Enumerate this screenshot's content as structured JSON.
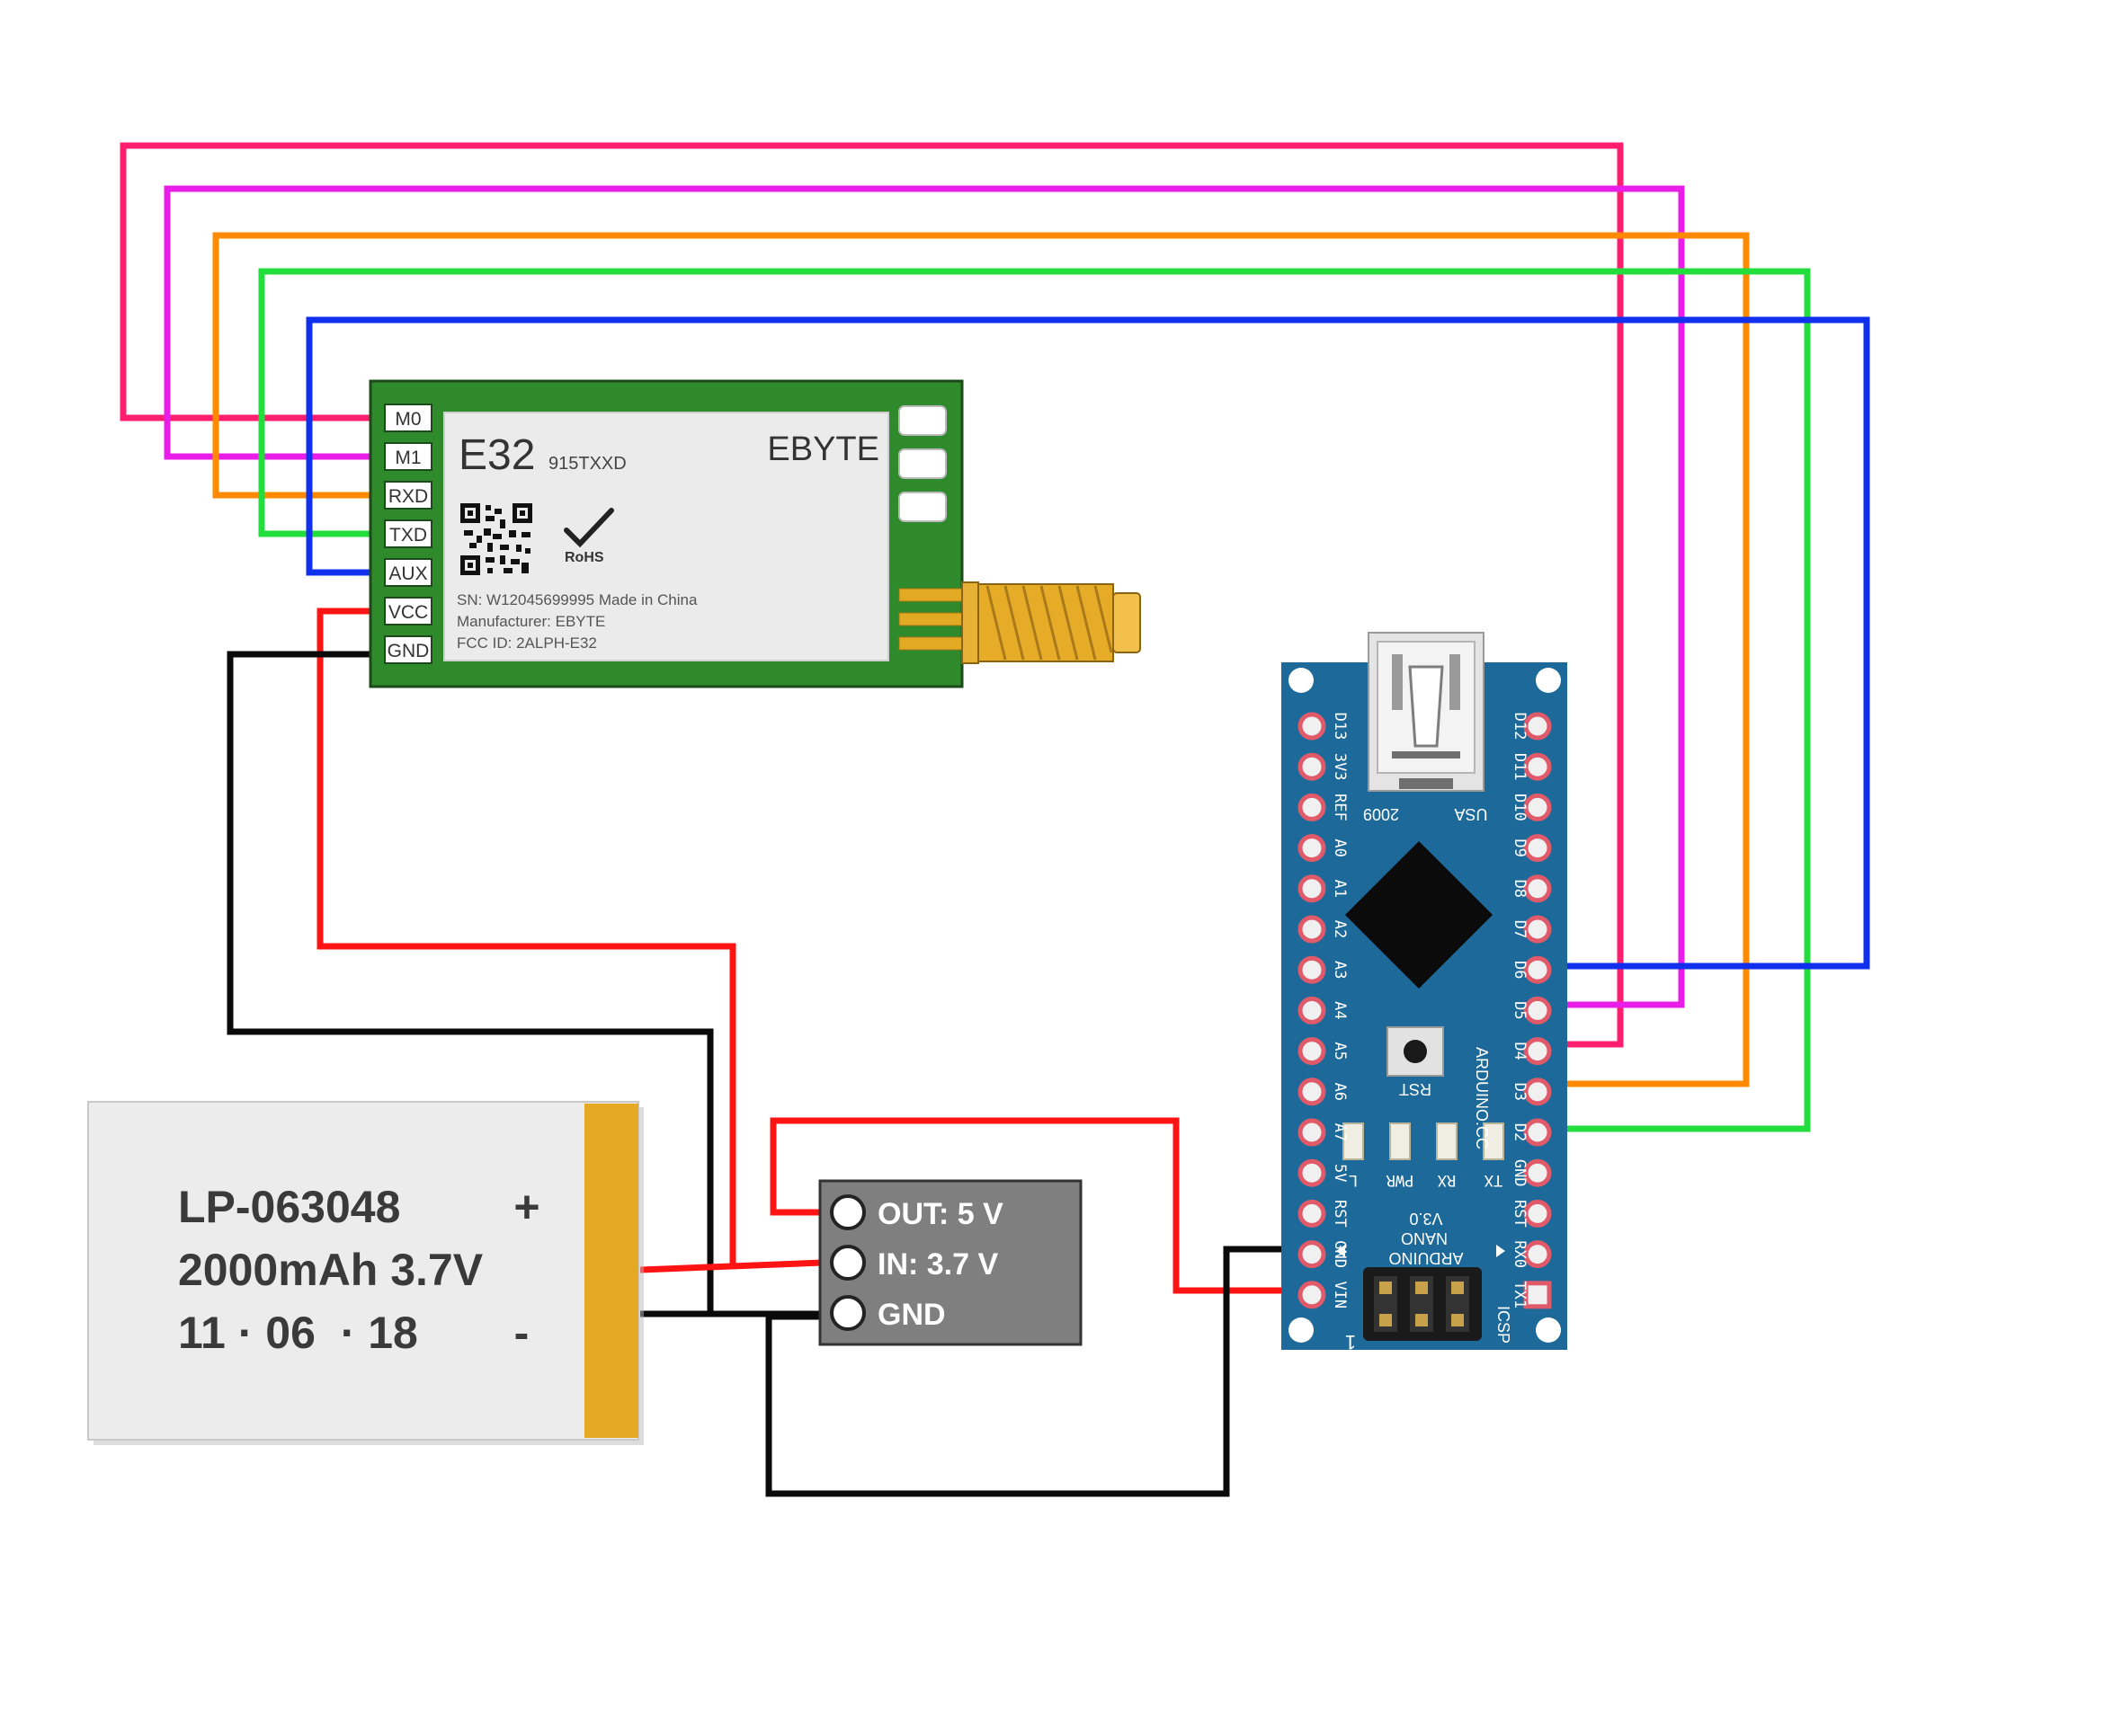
{
  "colors": {
    "pink": "#ff1f6e",
    "magenta": "#e81de8",
    "orange": "#ff8a00",
    "green": "#22dd3c",
    "blue": "#1130ee",
    "red": "#ff1414",
    "black": "#0a0a0a",
    "lora_pcb": "#2e8a2a",
    "nano_pcb": "#1d6a9a",
    "battery_tab": "#e6a923",
    "regulator_body": "#7f7f7f"
  },
  "lora_module": {
    "pins": [
      "M0",
      "M1",
      "RXD",
      "TXD",
      "AUX",
      "VCC",
      "GND"
    ],
    "model": "E32",
    "variant": "915TXXD",
    "brand": "EBYTE",
    "rohs": "RoHS",
    "serial": "SN: W12045699995 Made in China",
    "manufacturer": "Manufacturer: EBYTE",
    "fcc": "FCC ID: 2ALPH-E32"
  },
  "battery": {
    "model": "LP-063048",
    "spec": "2000mAh 3.7V",
    "date": "11 · 06  · 18",
    "plus": "+",
    "minus": "-"
  },
  "regulator": {
    "out_label": "OUT: 5 V",
    "in_label": "IN: 3.7 V",
    "gnd_label": "GND"
  },
  "arduino": {
    "left_pins": [
      "D13",
      "3V3",
      "REF",
      "A0",
      "A1",
      "A2",
      "A3",
      "A4",
      "A5",
      "A6",
      "A7",
      "5V",
      "RST",
      "GND",
      "VIN"
    ],
    "right_pins": [
      "D12",
      "D11",
      "D10",
      "D9",
      "D8",
      "D7",
      "D6",
      "D5",
      "D4",
      "D3",
      "D2",
      "GND",
      "RST",
      "RX0",
      "TX1"
    ],
    "usb_left": "USA",
    "usb_right": "2009",
    "rst_button": "RST",
    "arduino_cc": "ARDUINO.CC",
    "leds": [
      "L",
      "PWR",
      "RX",
      "TX"
    ],
    "board_line1": "ARDUINO",
    "board_line2": "NANO",
    "board_line3": "V3.0",
    "icsp": "ICSP",
    "pin1": "1"
  }
}
